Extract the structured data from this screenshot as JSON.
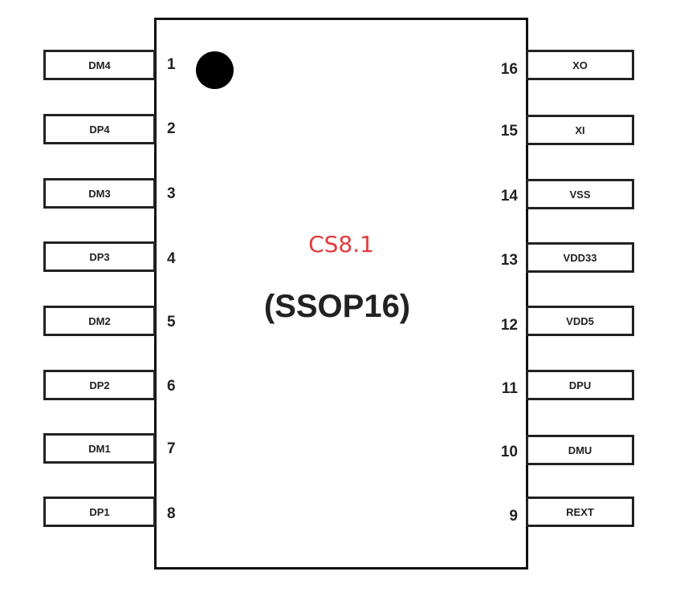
{
  "chip": {
    "part_name": "CS8.1",
    "package": "(SSOP16)",
    "part_name_color": "#e23b3b"
  },
  "pins_left": [
    {
      "num": "1",
      "label": "DM4"
    },
    {
      "num": "2",
      "label": "DP4"
    },
    {
      "num": "3",
      "label": "DM3"
    },
    {
      "num": "4",
      "label": "DP3"
    },
    {
      "num": "5",
      "label": "DM2"
    },
    {
      "num": "6",
      "label": "DP2"
    },
    {
      "num": "7",
      "label": "DM1"
    },
    {
      "num": "8",
      "label": "DP1"
    }
  ],
  "pins_right": [
    {
      "num": "16",
      "label": "XO"
    },
    {
      "num": "15",
      "label": "XI"
    },
    {
      "num": "14",
      "label": "VSS"
    },
    {
      "num": "13",
      "label": "VDD33"
    },
    {
      "num": "12",
      "label": "VDD5"
    },
    {
      "num": "11",
      "label": "DPU"
    },
    {
      "num": "10",
      "label": "DMU"
    },
    {
      "num": "9",
      "label": "REXT"
    }
  ]
}
